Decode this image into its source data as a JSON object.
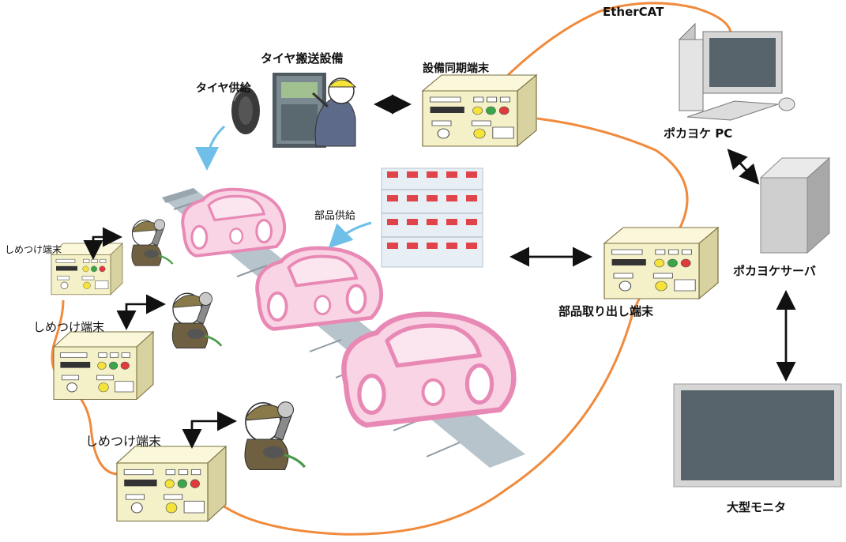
{
  "labels": {
    "ethercat": "EtherCAT",
    "tire_transport": "タイヤ搬送設備",
    "tire_supply": "タイヤ供給",
    "sync_terminal": "設備同期端末",
    "parts_supply": "部品供給",
    "pokayoke_pc": "ポカヨケ PC",
    "pokayoke_server": "ポカヨケサーバ",
    "parts_pick_terminal": "部品取り出し端末",
    "large_monitor": "大型モニタ",
    "tightening_terminal_1": "しめつけ端末",
    "tightening_terminal_2": "しめつけ端末",
    "tightening_terminal_3": "しめつけ端末"
  },
  "colors": {
    "network_cable": "#f08a3c",
    "car_fill": "#f9d4e4",
    "car_stroke": "#e889b5",
    "terminal_body": "#f4f0c8",
    "conveyor": "#b8c4cc",
    "monitor_screen": "#56636b",
    "shelf_item": "#e0444a"
  }
}
